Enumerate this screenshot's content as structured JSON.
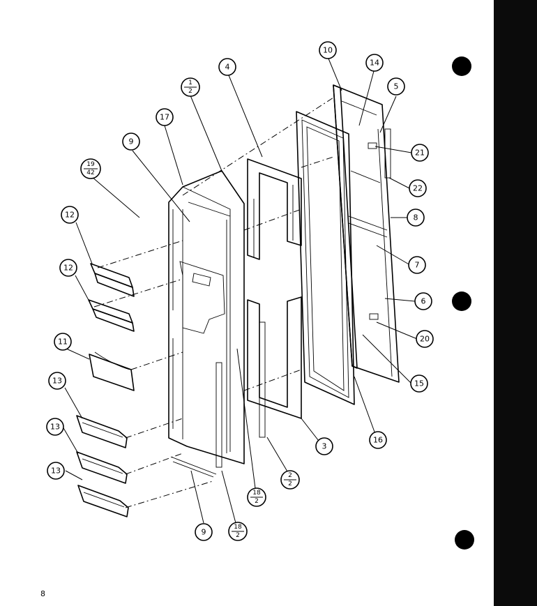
{
  "page_number": "8",
  "callouts": {
    "c1": "10",
    "c2": "14",
    "c3": "5",
    "c4": "4",
    "c5": "17",
    "c6": "9",
    "c7": "21",
    "c8": "22",
    "c9": "8",
    "c10": "12",
    "c11": "12",
    "c12": "7",
    "c13": "6",
    "c14": "20",
    "c15": "11",
    "c16": "15",
    "c17": "13",
    "c18": "3",
    "c19": "16",
    "c20": "13",
    "c21": "13",
    "c22": "9"
  },
  "fractions": {
    "f1": {
      "num": "1",
      "den": "2"
    },
    "f2": {
      "num": "19",
      "den": "42"
    },
    "f3": {
      "num": "2",
      "den": "2"
    },
    "f4": {
      "num": "18",
      "den": "2"
    },
    "f5": {
      "num": "18",
      "den": "2"
    }
  },
  "colors": {
    "ink": "#000000",
    "paper": "#ffffff",
    "edge": "#0b0b0b"
  }
}
